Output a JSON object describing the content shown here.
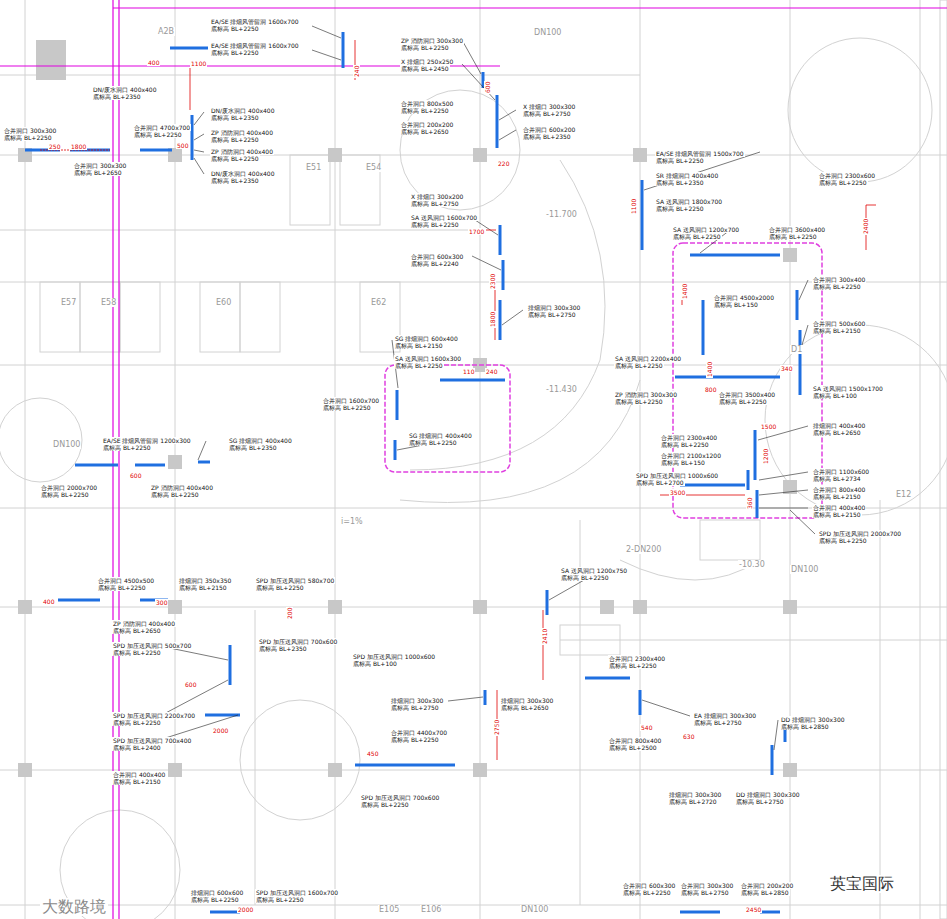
{
  "diagram": {
    "labels": [
      "EA/SE 排烟风管留洞 1600x700",
      "底标高 BL+2250",
      "EA/SE 排烟风管留洞 1600x700",
      "底标高 BL+2250",
      "ZP 消防洞口 300x300",
      "底标高 BL+2250",
      "X 排烟口 250x250",
      "底标高 BL+2450",
      "DN/废水洞口 400x400",
      "底标高 BL+2350",
      "合并洞口 300x300",
      "底标高 BL+2250",
      "合并洞口 4700x700",
      "底标高 BL+2250",
      "DN/废水洞口 400x400",
      "底标高 BL+2350",
      "ZP 消防洞口 400x400",
      "底标高 BL+2250",
      "ZP 消防洞口 400x400",
      "底标高 BL+2250",
      "DN/废水洞口 400x400",
      "底标高 BL+2350",
      "合并洞口 300x300",
      "底标高 BL+2650",
      "合并洞口 800x500",
      "底标高 BL+2250",
      "合并洞口 200x200",
      "底标高 BL+2650",
      "X 排烟口 300x300",
      "底标高 BL+2750",
      "合并洞口 600x200",
      "底标高 BL+2350",
      "X 排烟口 300x200",
      "底标高 BL+2750",
      "SA 送风洞口 1600x700",
      "底标高 BL+2250",
      "合并洞口 600x300",
      "底标高 BL+2240",
      "排烟洞口 300x300",
      "底标高 BL+2750",
      "SG 排烟洞口 600x400",
      "底标高 BL+2150",
      "SA 送风洞口 1600x300",
      "底标高 BL+2250",
      "合并洞口 1600x700",
      "底标高 BL+2250",
      "SG 排烟洞口 400x400",
      "底标高 BL+2250",
      "EA/SE 排烟风管留洞 1200x300",
      "底标高 BL+2250",
      "SG 排烟洞口 400x400",
      "底标高 BL+2350",
      "合并洞口 2000x700",
      "底标高 BL+2250",
      "ZP 消防洞口 400x400",
      "底标高 BL+2250",
      "EA/SE 排烟风管留洞 1500x700",
      "底标高 BL+2250",
      "SR 排烟洞口 400x400",
      "底标高 BL+2350",
      "SA 送风洞口 1800x700",
      "底标高 BL+2250",
      "SA 送风洞口 1200x700",
      "底标高 BL+2250",
      "合并洞口 3600x400",
      "底标高 BL+2250",
      "合并洞口 2300x600",
      "底标高 BL+2250",
      "合并洞口 300x400",
      "底标高 BL+2250",
      "合并洞口 4500x2000",
      "底标高 BL+150",
      "合并洞口 500x600",
      "底标高 BL+2150",
      "SA 送风洞口 2200x400",
      "底标高 BL+2250",
      "ZP 消防洞口 300x300",
      "底标高 BL+2250",
      "合并洞口 3500x400",
      "底标高 BL+2250",
      "SA 送风洞口 1500x1700",
      "底标高 BL+100",
      "排烟洞口 400x400",
      "底标高 BL+2650",
      "合并洞口 2300x400",
      "底标高 BL+2250",
      "合并洞口 2100x1200",
      "底标高 BL+150",
      "SPD 加压送风洞口 1000x600",
      "底标高 BL+2700",
      "合并洞口 1100x600",
      "底标高 BL+2734",
      "合并洞口 800x400",
      "底标高 BL+2150",
      "合并洞口 400x400",
      "底标高 BL+2150",
      "SPD 加压送风洞口 2000x700",
      "底标高 BL+2250",
      "合并洞口 4500x500",
      "底标高 BL+2250",
      "排烟洞口 350x350",
      "底标高 BL+2150",
      "SPD 加压送风洞口 580x700",
      "底标高 BL+2250",
      "ZP 消防洞口 400x400",
      "底标高 BL+2650",
      "SPD 加压送风洞口 500x700",
      "底标高 BL+2250",
      "SPD 加压送风洞口 700x600",
      "底标高 BL+2350",
      "SPD 加压送风洞口 1000x600",
      "底标高 BL+100",
      "SPD 加压送风洞口 2200x700",
      "底标高 BL+2250",
      "SPD 加压送风洞口 700x400",
      "底标高 BL+2400",
      "合并洞口 400x400",
      "底标高 BL+2150",
      "排烟洞口 300x300",
      "底标高 BL+2750",
      "排烟洞口 300x300",
      "底标高 BL+2650",
      "合并洞口 4400x700",
      "底标高 BL+2250",
      "SPD 加压送风洞口 700x600",
      "底标高 BL+2250",
      "SA 送风洞口 1200x750",
      "底标高 BL+2250",
      "合并洞口 2300x400",
      "底标高 BL+2250",
      "EA 排烟洞口 300x300",
      "底标高 BL+2750",
      "合并洞口 800x400",
      "底标高 BL+2500",
      "排烟洞口 300x300",
      "底标高 BL+2720",
      "DD 排烟洞口 300x300",
      "底标高 BL+2850",
      "DD 排烟洞口 300x300",
      "底标高 BL+2750",
      "排烟洞口 600x600",
      "底标高 BL+2250",
      "SPD 加压送风洞口 1600x700",
      "底标高 BL+2250",
      "合并洞口 600x300",
      "底标高 BL+2250",
      "合并洞口 300x300",
      "底标高 BL+2750",
      "合并洞口 200x200",
      "底标高 BL+2850",
      "250",
      "1800",
      "400",
      "1100",
      "500",
      "240",
      "600",
      "220",
      "1700",
      "2300",
      "1800",
      "110",
      "240",
      "1100",
      "2400",
      "1400",
      "1400",
      "800",
      "340",
      "1500",
      "1200",
      "3500",
      "360",
      "600",
      "400",
      "300",
      "200",
      "600",
      "2000",
      "450",
      "2750",
      "2410",
      "540",
      "630",
      "2450",
      "2000",
      "E51",
      "E54",
      "E57",
      "E58",
      "E60",
      "E62",
      "D1",
      "E12",
      "E105",
      "E106",
      "DN100",
      "DN100",
      "DN100",
      "DN100",
      "-11.700",
      "-11.430",
      "-10.30",
      "i=1%",
      "A2B",
      "2-DN200",
      "英宝国际",
      "大数路境"
    ]
  }
}
